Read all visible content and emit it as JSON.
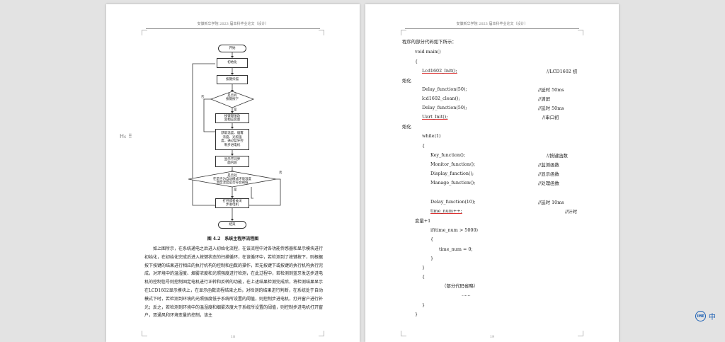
{
  "header_text": "安徽新华学院 2023 届本科毕业论文（设计）",
  "left_page": {
    "page_number": "18",
    "flowchart": {
      "start": "开始",
      "init": "初始化",
      "key_scan": "按键扫描",
      "decision_key": "是否有\n按键按下",
      "yes1": "是",
      "no1": "否",
      "key_func": "按键键值改\n变相应变量",
      "sensor": "获取温度、烟雾\n浓度、光照强\n度，通过蓝牙控\n制步进电机",
      "display": "显示不同界\n面内容",
      "decision_auto": "是否处\n在是否为自动模式环境温度\n温度湿度是否符合阈值",
      "yes2": "是",
      "no2": "否",
      "motor": "打开或者关闭\n步进电机",
      "end": "结束"
    },
    "figure_caption": "图 4.2　系统主程序流程图",
    "paragraph": "如上图所示，在系统通电之后进入初始化流程，在该流程中对各功能传感器和显示模块进行初始化，在初始化完成后进入按键状态的扫描循环，在该循环中，若检测到了按键按下，则根据按下按键的结果进行相应的执行机构的控制和函数的操作，若无按键下或按键的执行机构执行完成，对环境中的温湿度、烟雾浓度和光照强度进行检测，在此过程中，若检测到蓝牙发送步进电机的控制信号则控制固定电机进行正转和反转的功能，在上述结果检测完成后，将检测结果显示在LCD1602显示模块上，在显示函数流程结束之后，对检测的结果进行判断，在系统处于自动模式下时，若检测到环境的光照强度低于系统所设置的阈值，则控制步进电机，打开窗户进行补光；反之，若检测到环境中的温湿度和烟雾浓度大于系统所设置的阈值，则控制步进电机打开窗户，双通风和环境变量的控制，该主"
  },
  "right_page": {
    "page_number": "19",
    "intro": "程序的部分代码如下所示：",
    "code_lines": [
      {
        "text": "void main()",
        "comment": ""
      },
      {
        "text": "{",
        "comment": ""
      },
      {
        "text": "Lcd1602_Init();",
        "comment": "//LCD1602 初"
      },
      {
        "text": "始化",
        "comment": ""
      },
      {
        "text": "Delay_function(50);",
        "comment": "//延时 50ms"
      },
      {
        "text": "lcd1602_clean();",
        "comment": "//清屏"
      },
      {
        "text": "Delay_function(50);",
        "comment": "//延时 50ms"
      },
      {
        "text": "Uart_Init();",
        "comment": "//串口初"
      },
      {
        "text": "始化",
        "comment": ""
      },
      {
        "text": "while(1)",
        "comment": ""
      },
      {
        "text": "{",
        "comment": ""
      },
      {
        "text": "Key_function();",
        "comment": "//按键函数"
      },
      {
        "text": "Monitor_function();",
        "comment": "//监测函数"
      },
      {
        "text": "Display_function();",
        "comment": "//显示函数"
      },
      {
        "text": "Manage_function();",
        "comment": "//处理函数"
      },
      {
        "text": "Delay_function(10);",
        "comment": "//延时 10ms"
      },
      {
        "text": "time_num++;",
        "comment": "//计时"
      },
      {
        "text": "变量+1",
        "comment": ""
      },
      {
        "text": "if(time_num > 5000)",
        "comment": ""
      },
      {
        "text": "{",
        "comment": ""
      },
      {
        "text": "time_num = 0;",
        "comment": ""
      },
      {
        "text": "}",
        "comment": ""
      },
      {
        "text": "}",
        "comment": ""
      },
      {
        "text": "{",
        "comment": ""
      },
      {
        "text": "（部分代码省略）",
        "comment": ""
      },
      {
        "text": "……",
        "comment": ""
      },
      {
        "text": "}",
        "comment": ""
      },
      {
        "text": "}",
        "comment": ""
      }
    ]
  },
  "side_marker": "H₆ ⠿",
  "lang_button": {
    "icon": "ime-icon",
    "icon_text": "IME",
    "label": "中"
  }
}
